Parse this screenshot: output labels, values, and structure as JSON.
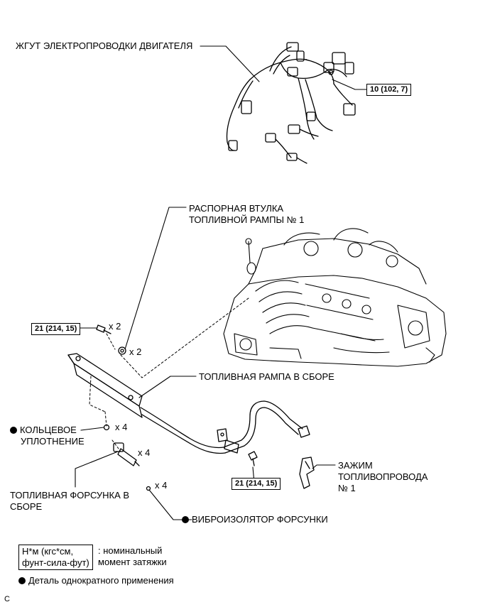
{
  "labels": {
    "engine_wire": "ЖГУТ ЭЛЕКТРОПРОВОДКИ ДВИГАТЕЛЯ",
    "spacer": [
      "РАСПОРНАЯ ВТУЛКА",
      "ТОПЛИВНОЙ РАМПЫ № 1"
    ],
    "fuel_rail": "ТОПЛИВНАЯ РАМПА В СБОРЕ",
    "o_ring": [
      "КОЛЬЦЕВОЕ",
      "УПЛОТНЕНИЕ"
    ],
    "injector": [
      "ТОПЛИВНАЯ ФОРСУНКА В",
      "СБОРЕ"
    ],
    "insulator": "ВИБРОИЗОЛЯТОР ФОРСУНКИ",
    "clamp": [
      "ЗАЖИМ",
      "ТОПЛИВОПРОВОДА",
      "№ 1"
    ]
  },
  "torque": {
    "wire_bolt": "10 (102, 7)",
    "rail_bolt": "21 (214, 15)",
    "pipe_bolt": "21 (214, 15)"
  },
  "quantities": {
    "rail_bolt": "x 2",
    "spacer": "x 2",
    "o_ring": "x 4",
    "injector": "x 4",
    "insulator": "x 4"
  },
  "legend": {
    "unit_line1": "Н*м (кгс*см,",
    "unit_line2": "фунт-сила-фут)",
    "unit_desc1": ": номинальный",
    "unit_desc2": "момент затяжки",
    "non_reusable": "Деталь однократного применения"
  },
  "corner_mark": "C"
}
